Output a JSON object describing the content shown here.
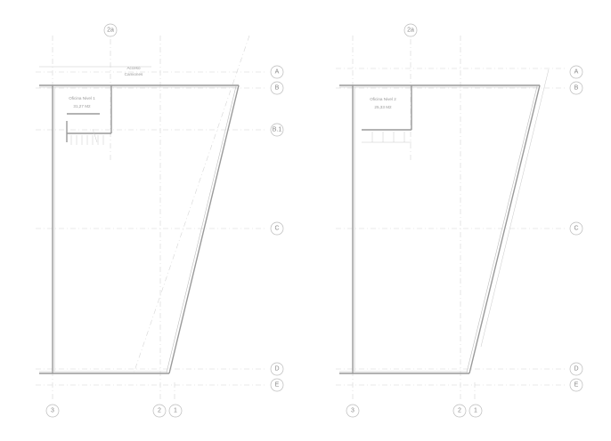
{
  "plans": [
    {
      "room_name": "Oficina Nivel 1",
      "room_area": "31,27 M2",
      "access_label_1": "Acceso",
      "access_label_2": "Camiones",
      "top_grid": "2a",
      "row_grids": [
        "A",
        "B",
        "B.1",
        "C",
        "D",
        "E"
      ],
      "col_grids": [
        "3",
        "2",
        "1"
      ]
    },
    {
      "room_name": "Oficina Nivel 2",
      "room_area": "25,33 M2",
      "top_grid": "2a",
      "row_grids": [
        "A",
        "B",
        "C",
        "D",
        "E"
      ],
      "col_grids": [
        "3",
        "2",
        "1"
      ]
    }
  ]
}
